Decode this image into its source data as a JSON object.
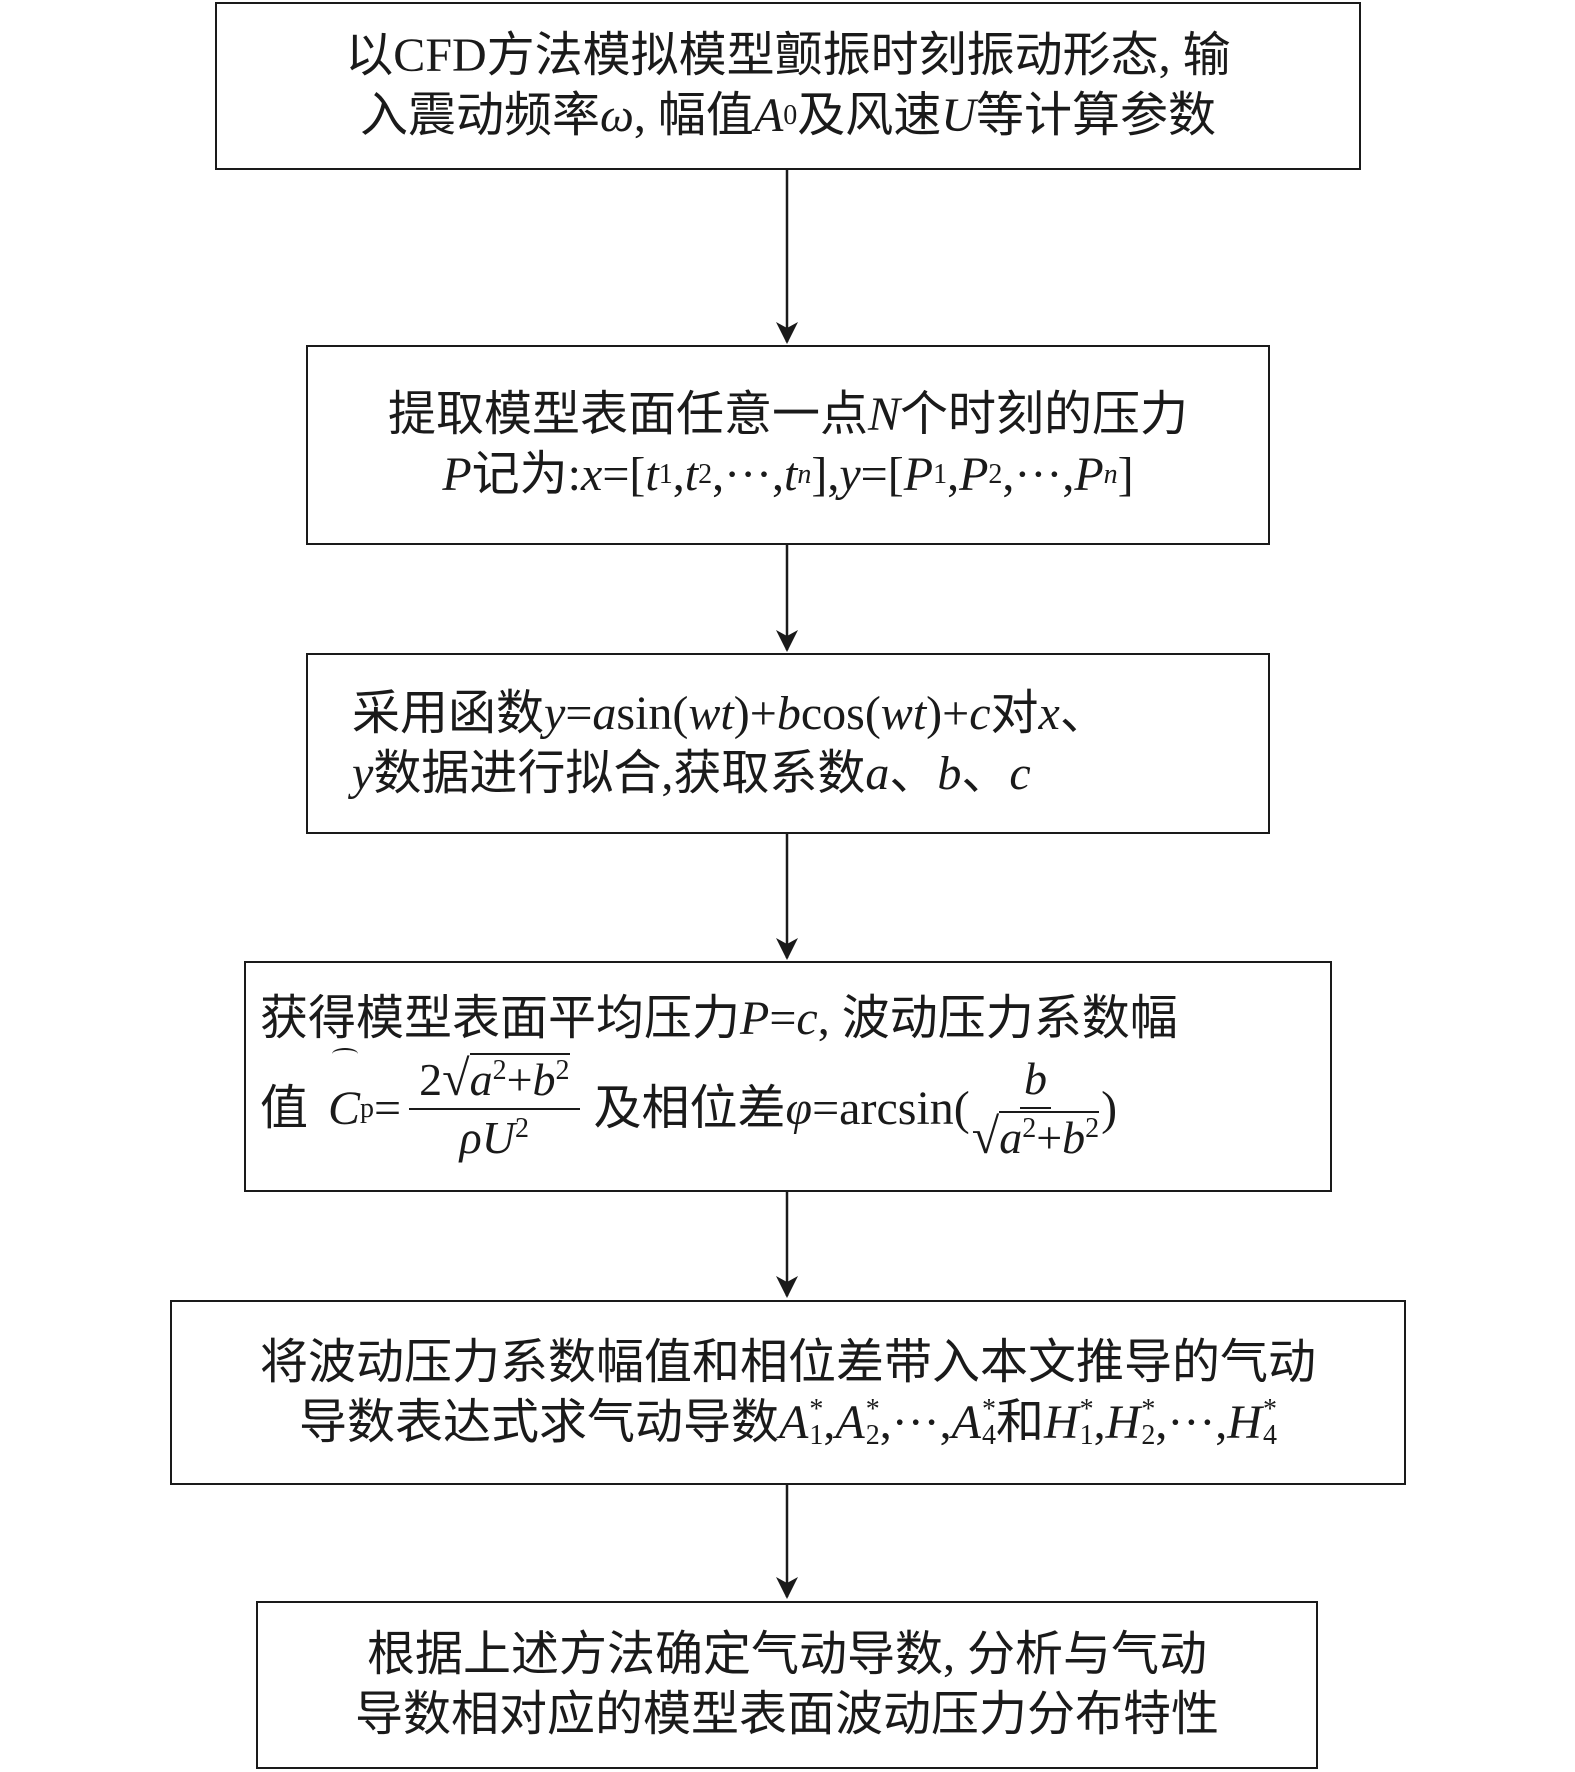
{
  "boxes": [
    {
      "line1": "以CFD方法模拟模型颤振时刻振动形态, 输",
      "line2_pre": "入震动频率",
      "omega": "ω",
      "line2_mid1": ", 幅值",
      "A": "A",
      "A_sub": "0",
      "line2_mid2": "及风速",
      "U": "U",
      "line2_post": "等计算参数"
    },
    {
      "line1_pre": "提取模型表面任意一点",
      "N": "N",
      "line1_post": "个时刻的压力",
      "P": "P",
      "rec": "记为:",
      "x": "x",
      "eqopen": "=[",
      "t": "t",
      "s1": "1",
      "s2": "2",
      "sn": "n",
      "sep": ", ",
      "dots": "···",
      "close": "]",
      "y": "y",
      "Pn": "P"
    },
    {
      "line1_pre": "采用函数",
      "y": "y",
      "eq": "=",
      "a": "a",
      "sin": "sin(",
      "wt": "wt",
      "plusb": ")+",
      "b": "b",
      "cos": "cos(",
      "plusc": ")+",
      "c": "c",
      "dui": "对",
      "x": "x",
      "dun": "、",
      "line2_mid": "数据进行拟合,获取系数"
    },
    {
      "line1_pre": "获得模型表面平均压力",
      "P": "P",
      "eqc": "=",
      "c": "c",
      "line1_post": ", 波动压力系数幅",
      "zhi": "值",
      "C": "C",
      "C_sub": "p",
      "eq": "=",
      "two": "2",
      "a2": "a",
      "plus": "+",
      "b2": "b",
      "sq": "2",
      "rho": "ρ",
      "U": "U",
      "ji": "及相位差",
      "phi": "φ",
      "arcsin": "=arcsin(",
      "b": "b",
      "rparen": ")"
    },
    {
      "line1": "将波动压力系数幅值和相位差带入本文推导的气动",
      "line2_pre": "导数表达式求气动导数",
      "A": "A",
      "H": "H",
      "star": "*",
      "s1": "1",
      "s2": "2",
      "s4": "4",
      "he": "和",
      "sep": ", ",
      "dots": "···"
    },
    {
      "line1": "根据上述方法确定气动导数, 分析与气动",
      "line2": "导数相对应的模型表面波动压力分布特性"
    }
  ]
}
